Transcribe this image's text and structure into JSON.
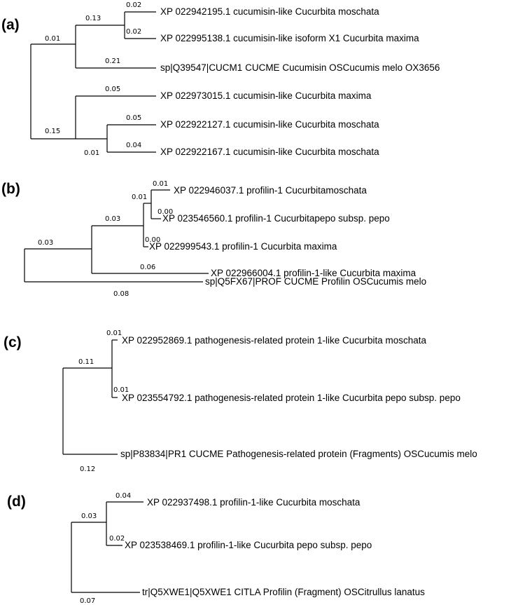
{
  "panels": [
    {
      "label": "(a)",
      "taxa": [
        "XP 022942195.1 cucumisin-like Cucurbita moschata",
        "XP 022995138.1 cucumisin-like isoform X1 Cucurbita maxima",
        "sp|Q39547|CUCM1 CUCME Cucumisin OSCucumis melo OX3656",
        "XP 022973015.1 cucumisin-like Cucurbita maxima",
        "XP 022922127.1 cucumisin-like Cucurbita moschata",
        "XP 022922167.1 cucumisin-like Cucurbita moschata"
      ],
      "branch_lengths": [
        "0.02",
        "0.13",
        "0.02",
        "0.01",
        "0.21",
        "0.05",
        "0.15",
        "0.05",
        "0.04",
        "0.01"
      ]
    },
    {
      "label": "(b)",
      "taxa": [
        "XP 022946037.1 profilin-1 Cucurbitamoschata",
        "XP 023546560.1 profilin-1 Cucurbitapepo subsp. pepo",
        "XP 022999543.1 profilin-1 Cucurbita maxima",
        "XP 022966004.1 profilin-1-like Cucurbita maxima",
        "sp|Q5FX67|PROF CUCME Profilin OSCucumis melo"
      ],
      "branch_lengths": [
        "0.01",
        "0.01",
        "0.00",
        "0.03",
        "0.00",
        "0.03",
        "0.06",
        "0.08"
      ]
    },
    {
      "label": "(c)",
      "taxa": [
        "XP 022952869.1 pathogenesis-related protein 1-like Cucurbita moschata",
        "XP 023554792.1 pathogenesis-related protein 1-like Cucurbita pepo subsp. pepo",
        "sp|P83834|PR1 CUCME Pathogenesis-related protein (Fragments) OSCucumis melo"
      ],
      "branch_lengths": [
        "0.01",
        "0.11",
        "0.01",
        "0.12"
      ]
    },
    {
      "label": "(d)",
      "taxa": [
        "XP 022937498.1 profilin-1-like Cucurbita moschata",
        "XP 023538469.1 profilin-1-like Cucurbita pepo subsp. pepo",
        "tr|Q5XWE1|Q5XWE1 CITLA Profilin (Fragment) OSCitrullus lanatus"
      ],
      "branch_lengths": [
        "0.04",
        "0.03",
        "0.02",
        "0.07"
      ]
    }
  ]
}
